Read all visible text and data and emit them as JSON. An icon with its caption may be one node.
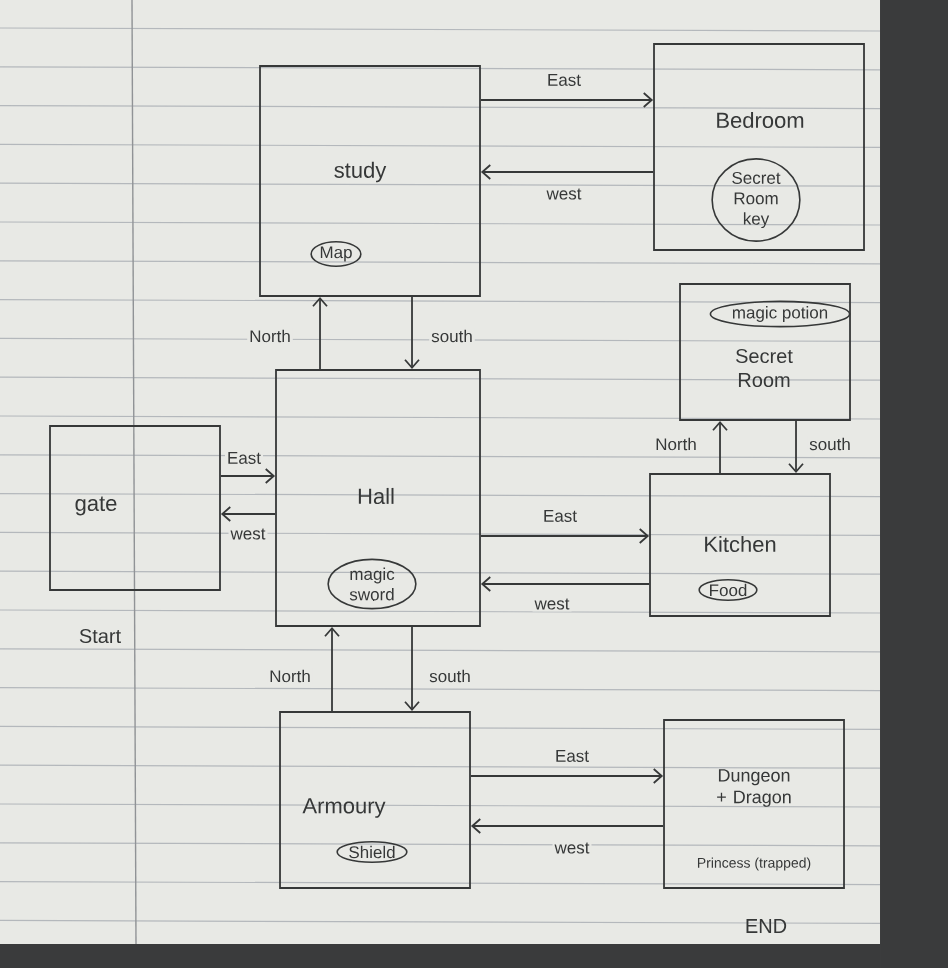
{
  "diagram": {
    "nodes": [
      {
        "text": [
          "study"
        ]
      },
      {
        "text": [
          "Map"
        ],
        "in": 0
      },
      {
        "text": [
          "Bedroom"
        ]
      },
      {
        "text": [
          "Secret Room key"
        ],
        "in": 2
      },
      {
        "text": [
          "Secret Room"
        ]
      },
      {
        "text": [
          "magic potion"
        ],
        "in": 4
      },
      {
        "text": [
          "gate"
        ],
        "beside": [
          "Start"
        ]
      },
      {
        "text": [
          "Hall"
        ]
      },
      {
        "text": [
          "magic sword"
        ],
        "in": 7
      },
      {
        "text": [
          "Kitchen"
        ]
      },
      {
        "text": [
          "Food"
        ],
        "in": 9
      },
      {
        "text": [
          "Armoury"
        ]
      },
      {
        "text": [
          "Shield"
        ],
        "in": 11
      },
      {
        "text": [
          "Dungeon + Dragon",
          "Princess (trapped)"
        ],
        "beside": [
          "END"
        ]
      }
    ],
    "edges": [
      {
        "from": 0,
        "to": 2,
        "arrow": "to",
        "label": "East"
      },
      {
        "from": 2,
        "to": 0,
        "arrow": "to",
        "label": "west"
      },
      {
        "from": 7,
        "to": 0,
        "arrow": "to",
        "label": "North"
      },
      {
        "from": 0,
        "to": 7,
        "arrow": "to",
        "label": "south"
      },
      {
        "from": 9,
        "to": 4,
        "arrow": "to",
        "label": "North"
      },
      {
        "from": 4,
        "to": 9,
        "arrow": "to",
        "label": "south"
      },
      {
        "from": 6,
        "to": 7,
        "arrow": "to",
        "label": "East"
      },
      {
        "from": 7,
        "to": 6,
        "arrow": "to",
        "label": "west"
      },
      {
        "from": 7,
        "to": 9,
        "arrow": "to",
        "label": "East"
      },
      {
        "from": 9,
        "to": 7,
        "arrow": "to",
        "label": "west"
      },
      {
        "from": 11,
        "to": 7,
        "arrow": "to",
        "label": "North"
      },
      {
        "from": 7,
        "to": 11,
        "arrow": "to",
        "label": "south"
      },
      {
        "from": 11,
        "to": 13,
        "arrow": "to",
        "label": "East"
      },
      {
        "from": 13,
        "to": 11,
        "arrow": "to",
        "label": "west"
      }
    ]
  }
}
